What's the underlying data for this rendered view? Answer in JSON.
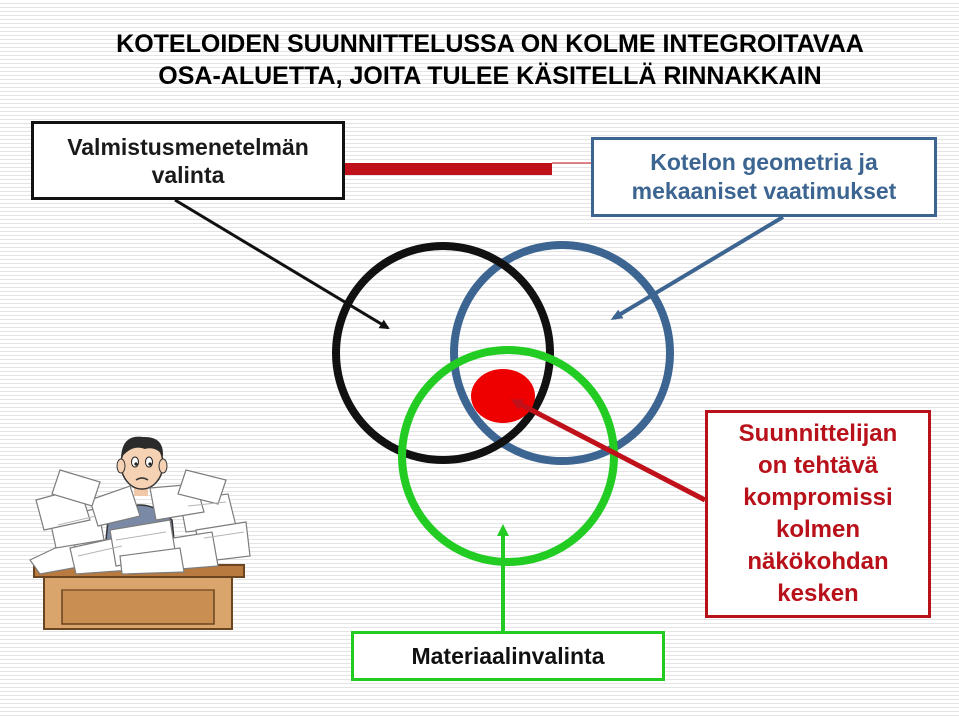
{
  "title": {
    "line1": "KOTELOIDEN SUUNNITTELUSSA ON KOLME INTEGROITAVAA",
    "line2": "OSA-ALUETTA, JOITA TULEE KÄSITELLÄ RINNAKKAIN"
  },
  "boxes": {
    "method": {
      "line1": "Valmistusmenetelmän",
      "line2": "valinta",
      "color": "#111111"
    },
    "geometry": {
      "line1": "Kotelon geometria ja",
      "line2": "mekaaniset vaatimukset",
      "color": "#3d6591"
    },
    "compromise": {
      "lines": [
        "Suunnittelijan",
        "on tehtävä",
        "kompromissi",
        "kolmen",
        "näkökohdan",
        "kesken"
      ],
      "color": "#b8111a"
    },
    "material": {
      "label": "Materiaalinvalinta",
      "color": "#22cc22"
    }
  },
  "circles": {
    "method_color": "#111111",
    "geometry_color": "#3d6591",
    "material_color": "#22cc22",
    "intersection_color": "#ee0000"
  },
  "connector_color": "#c0111a",
  "icons": [
    "person-at-desk-icon"
  ]
}
